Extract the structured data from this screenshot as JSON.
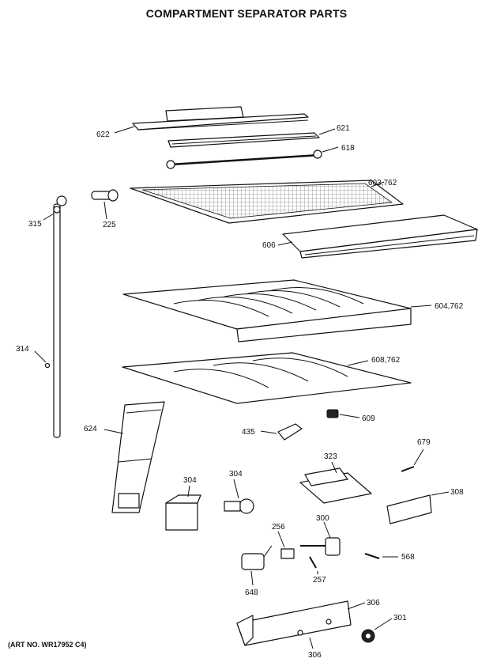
{
  "title": "COMPARTMENT SEPARATOR PARTS",
  "art_number": "(ART NO. WR17952 C4)",
  "parts": [
    {
      "id": "p622",
      "label": "622"
    },
    {
      "id": "p621",
      "label": "621"
    },
    {
      "id": "p618",
      "label": "618"
    },
    {
      "id": "p603",
      "label": "603,762"
    },
    {
      "id": "p315",
      "label": "315"
    },
    {
      "id": "p225",
      "label": "225"
    },
    {
      "id": "p606",
      "label": "606"
    },
    {
      "id": "p604",
      "label": "604,762"
    },
    {
      "id": "p314",
      "label": "314"
    },
    {
      "id": "p608",
      "label": "608,762"
    },
    {
      "id": "p609",
      "label": "609"
    },
    {
      "id": "p624",
      "label": "624"
    },
    {
      "id": "p435",
      "label": "435"
    },
    {
      "id": "p679",
      "label": "679"
    },
    {
      "id": "p323",
      "label": "323"
    },
    {
      "id": "p304a",
      "label": "304"
    },
    {
      "id": "p304b",
      "label": "304"
    },
    {
      "id": "p308",
      "label": "308"
    },
    {
      "id": "p256",
      "label": "256"
    },
    {
      "id": "p300",
      "label": "300"
    },
    {
      "id": "p568",
      "label": "568"
    },
    {
      "id": "p257",
      "label": "257"
    },
    {
      "id": "p648",
      "label": "648"
    },
    {
      "id": "p306a",
      "label": "306"
    },
    {
      "id": "p301",
      "label": "301"
    },
    {
      "id": "p306b",
      "label": "306"
    }
  ]
}
